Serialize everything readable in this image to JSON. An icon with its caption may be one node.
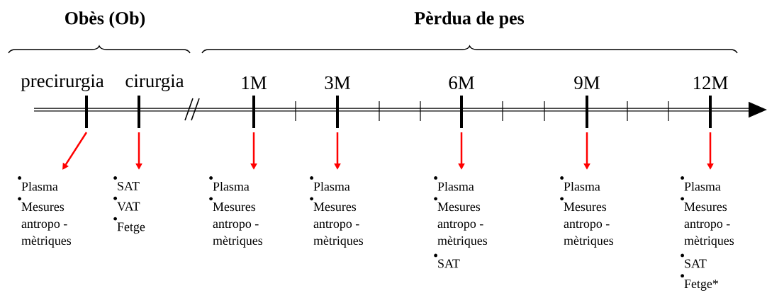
{
  "diagram": {
    "nodes": [
      {
        "text": [
          "Plasma",
          "Mesures antropo - mètriques"
        ]
      },
      {
        "text": [
          "SAT",
          "VAT",
          "Fetge"
        ]
      },
      {
        "text": [
          "Plasma",
          "Mesures antropo - mètriques"
        ]
      },
      {
        "text": [
          "Plasma",
          "Mesures antropo - mètriques"
        ]
      },
      {
        "text": [
          "Plasma",
          "Mesures antropo - mètriques",
          "SAT"
        ]
      },
      {
        "text": [
          "Plasma",
          "Mesures antropo - mètriques"
        ]
      },
      {
        "text": [
          "Plasma",
          "Mesures antropo - mètriques",
          "SAT",
          "Fetge*"
        ]
      }
    ],
    "edges": [
      {
        "from": null,
        "to": 0,
        "arrow": "to"
      },
      {
        "from": null,
        "to": 1,
        "arrow": "to"
      },
      {
        "from": null,
        "to": 2,
        "arrow": "to"
      },
      {
        "from": null,
        "to": 3,
        "arrow": "to"
      },
      {
        "from": null,
        "to": 4,
        "arrow": "to"
      },
      {
        "from": null,
        "to": 5,
        "arrow": "to"
      },
      {
        "from": null,
        "to": 6,
        "arrow": "to"
      }
    ],
    "labels": [
      "Obès (Ob)",
      "Pèrdua de pes",
      "precirurgia",
      "cirurgia",
      "1M",
      "3M",
      "6M",
      "9M",
      "12M"
    ]
  }
}
